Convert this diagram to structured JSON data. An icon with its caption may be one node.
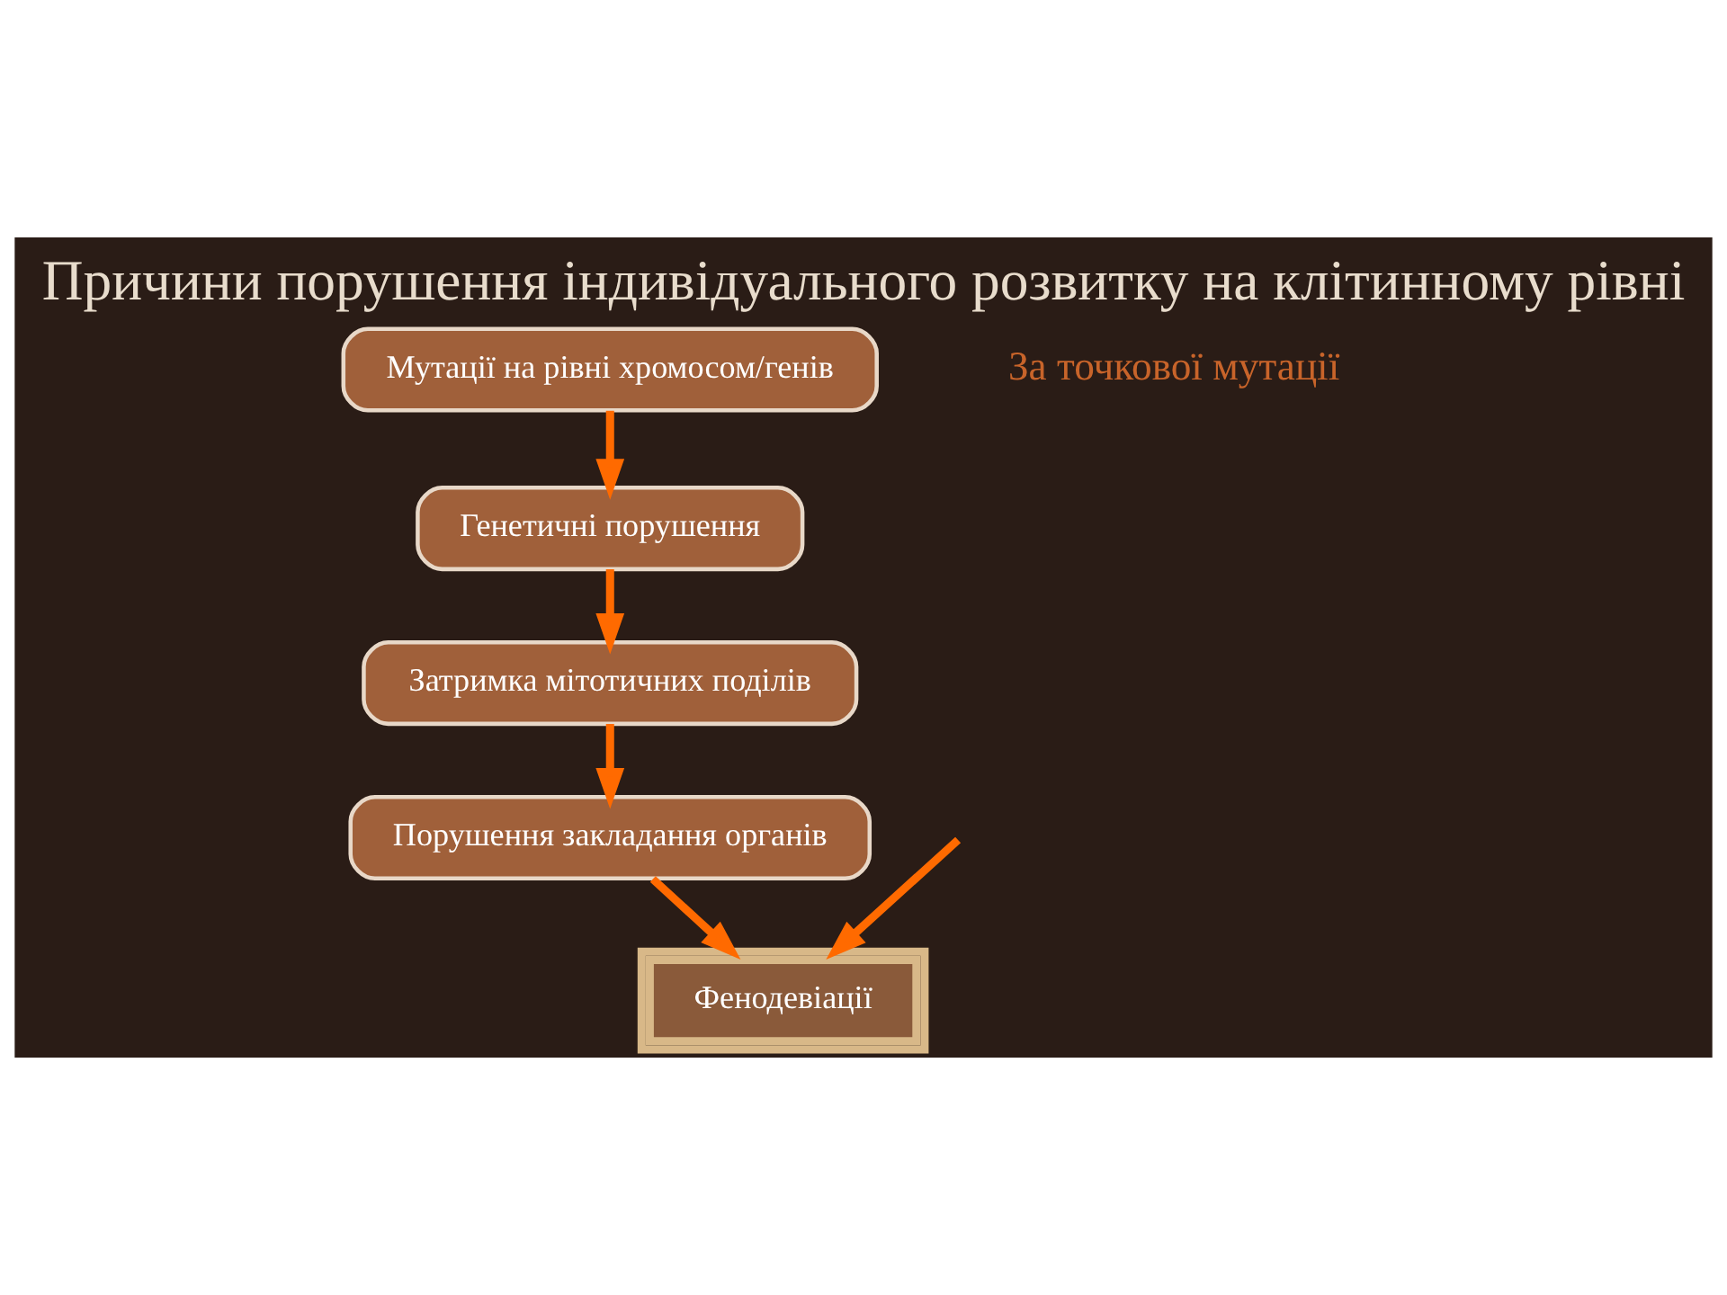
{
  "diagram": {
    "title": "Причини порушення індивідуального розвитку на клітинному рівні",
    "nodes": [
      {
        "text": [
          "Мутації на рівні хромосом/генів"
        ]
      },
      {
        "text": [
          "Генетичні порушення"
        ]
      },
      {
        "text": [
          "Затримка мітотичних поділів"
        ]
      },
      {
        "text": [
          "Порушення закладання органів"
        ]
      },
      {
        "text": [
          "Фенодевіації"
        ]
      }
    ],
    "edges": [
      {
        "from": 0,
        "to": 1,
        "arrow": "to"
      },
      {
        "from": 1,
        "to": 2,
        "arrow": "to"
      },
      {
        "from": 2,
        "to": 3,
        "arrow": "to"
      },
      {
        "from": 3,
        "to": 4,
        "arrow": "to"
      },
      {
        "from": null,
        "to": 4,
        "arrow": "to"
      }
    ],
    "labels": [
      "За точкової мутації"
    ]
  }
}
